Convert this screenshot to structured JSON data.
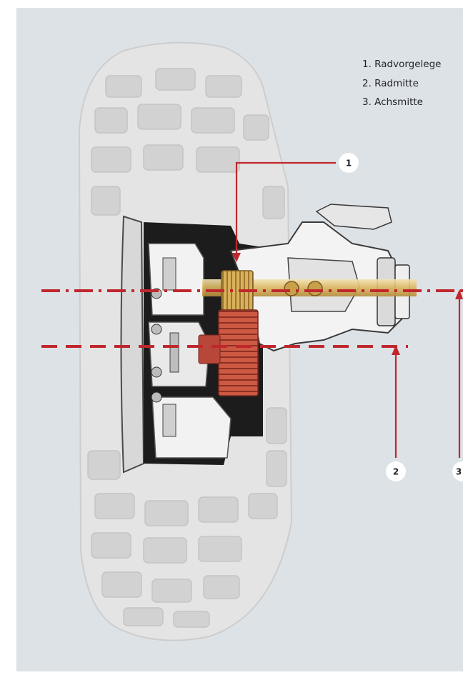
{
  "legend": {
    "items": [
      "1. Radvorgelege",
      "2. Radmitte",
      "3. Achsmitte"
    ]
  },
  "callouts": {
    "c1": "1",
    "c2": "2",
    "c3": "3"
  },
  "colors": {
    "background": "#dde2e6",
    "page": "#ffffff",
    "tire": "#e4e4e4",
    "tread": "#cfcfcf",
    "guide_line": "#c0272d",
    "gear_gold": "#d8b15a",
    "gear_copper": "#c2533e",
    "badge_fill": "#ffffff",
    "text": "#1f2328"
  },
  "icons": [
    "tire-cutaway-illustration",
    "gear-icon"
  ]
}
